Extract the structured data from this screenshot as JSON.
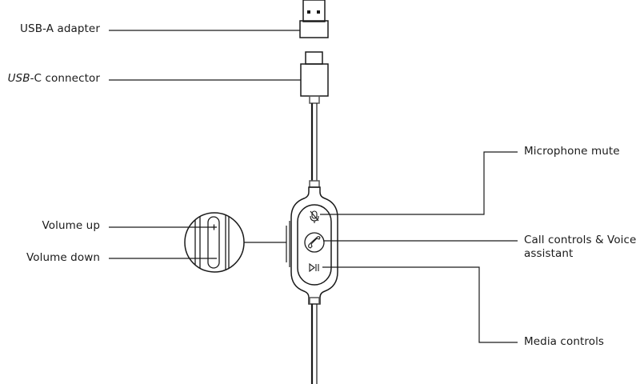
{
  "labels": {
    "usb_a": "USB-A adapter",
    "usb_c_italic": "USB",
    "usb_c_rest": "-C connector",
    "volume_up": "Volume up",
    "volume_down": "Volume down",
    "mic_mute": "Microphone mute",
    "call_controls_line1": "Call controls & Voice",
    "call_controls_line2": "assistant",
    "media_controls": "Media controls"
  },
  "icons": [
    "usb-a-plug",
    "usb-c-plug",
    "microphone-mute-icon",
    "phone-icon",
    "play-pause-icon",
    "plus-icon",
    "minus-icon"
  ],
  "colors": {
    "line": "#1a1a1a",
    "background": "#ffffff"
  }
}
